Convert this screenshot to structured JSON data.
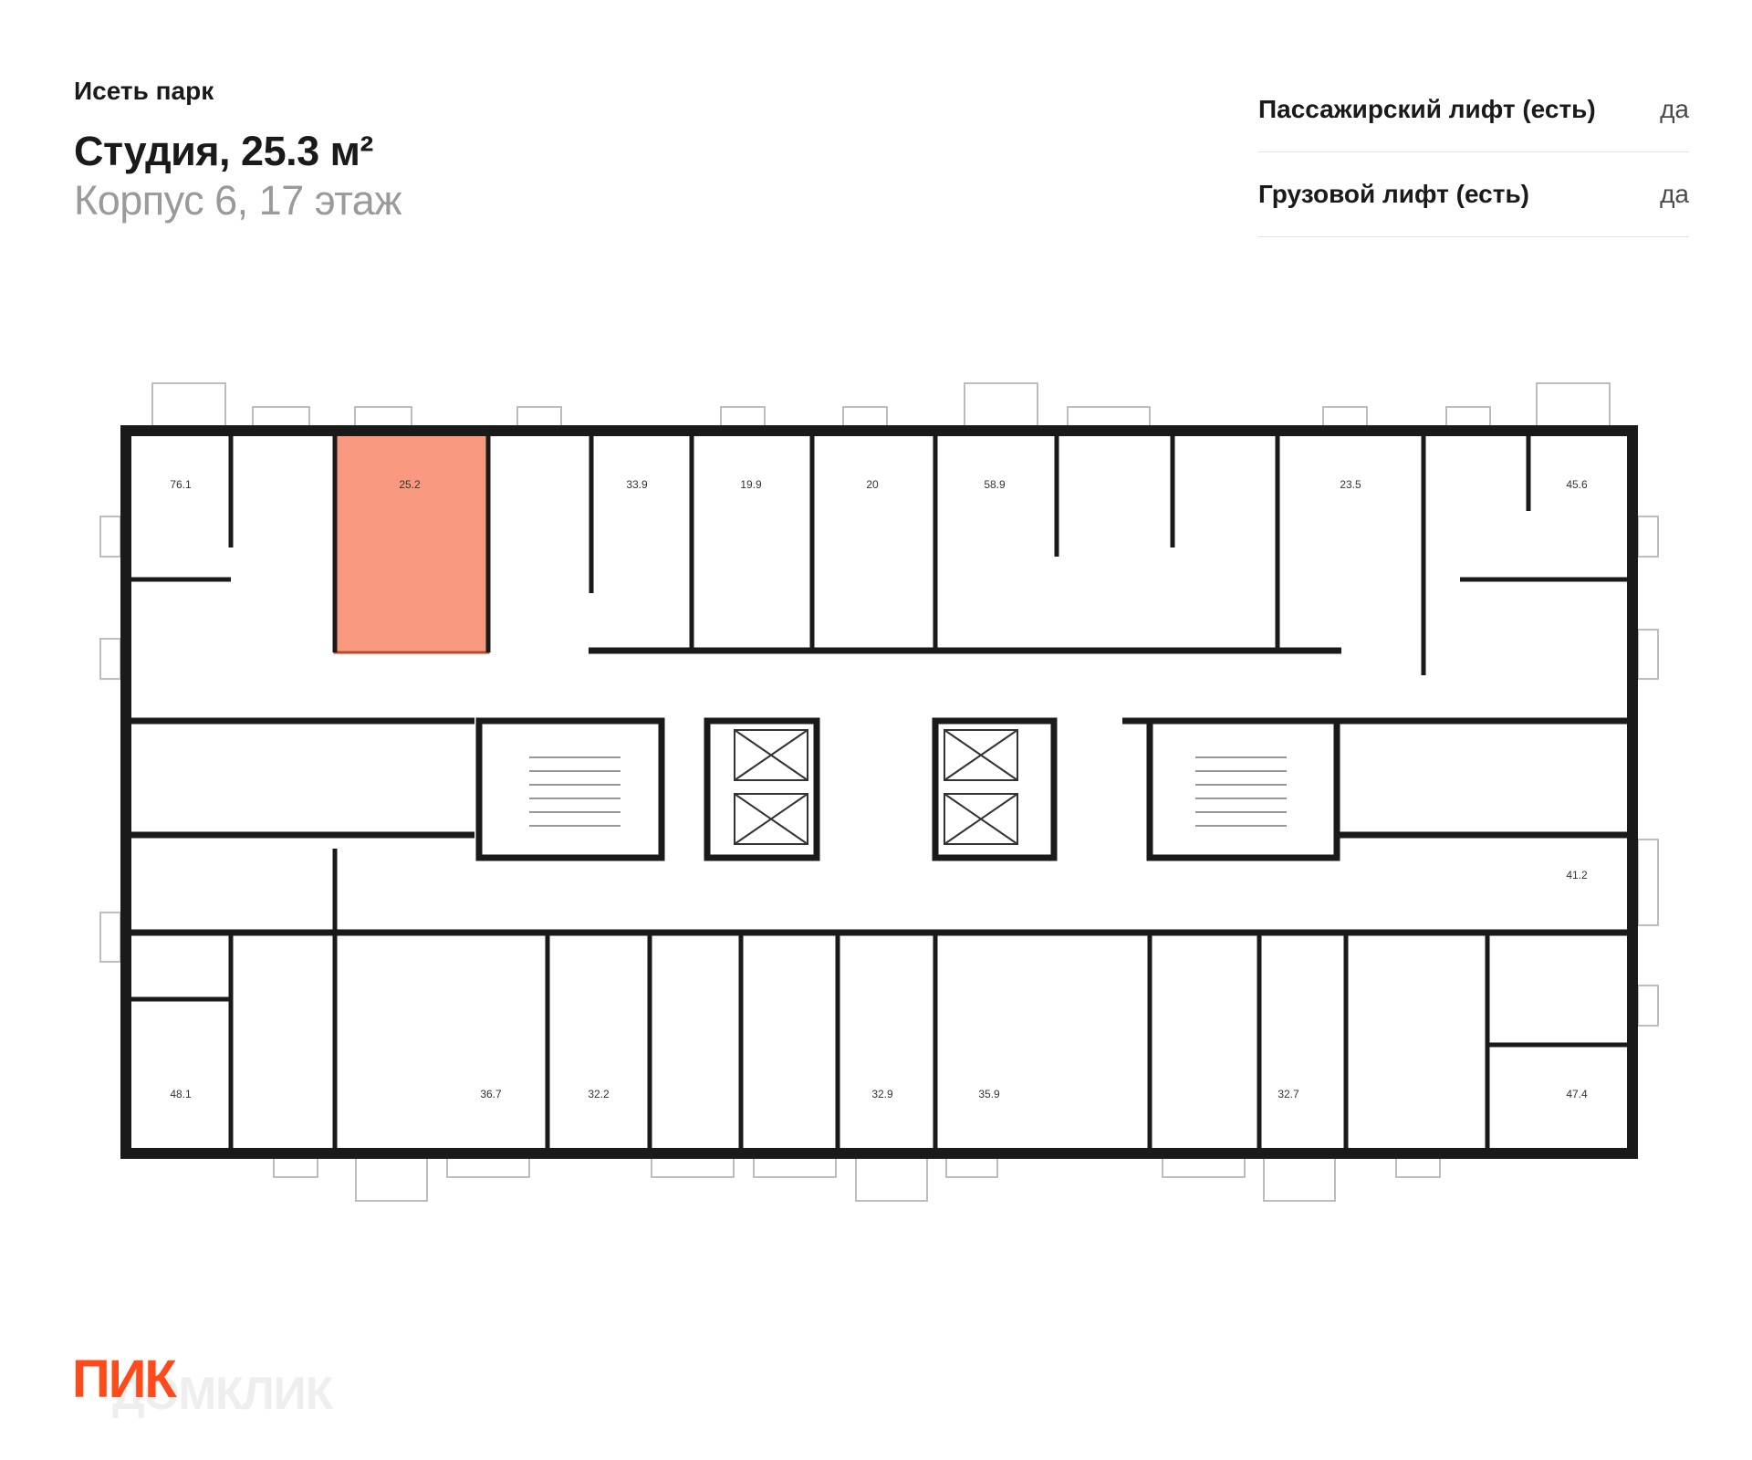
{
  "header": {
    "project_name": "Исеть парк",
    "title": "Студия, 25.3 м²",
    "subtitle": "Корпус 6, 17 этаж"
  },
  "features": [
    {
      "label": "Пассажирский лифт (есть)",
      "value": "да"
    },
    {
      "label": "Грузовой лифт (есть)",
      "value": "да"
    }
  ],
  "floor_plan": {
    "highlight_color": "#f99a80",
    "highlight_border": "#b84a2a",
    "wall_color": "#1a1a1a",
    "top_units": {
      "a": "76.1",
      "b": "25.2",
      "c": "33.9",
      "d": "19.9",
      "e": "20",
      "f": "58.9",
      "g": "23.5",
      "h": "45.6"
    },
    "side_units": {
      "a": "41.2"
    },
    "bottom_units": {
      "a": "48.1",
      "b": "36.7",
      "c": "32.2",
      "d": "32.9",
      "e": "35.9",
      "f": "32.7",
      "g": "47.4"
    }
  },
  "brand": {
    "logo_text": "ПИК",
    "watermark": "ДОМКЛИК"
  }
}
